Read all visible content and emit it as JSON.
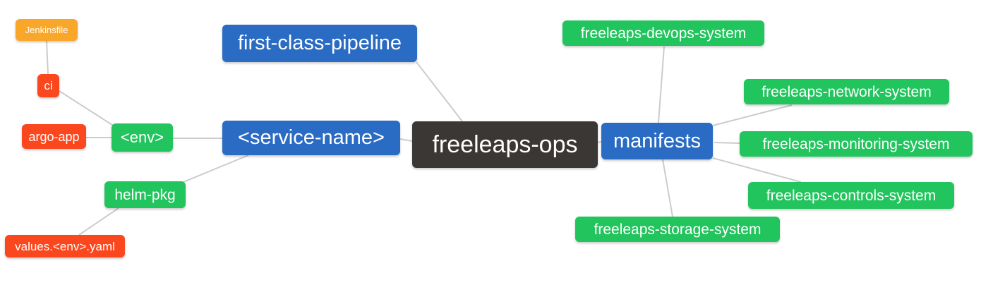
{
  "diagram": {
    "colors": {
      "blue": "#2a6bc4",
      "green": "#22c45d",
      "red": "#fb471d",
      "orange": "#f9a72b",
      "dark": "#3b3734",
      "edge": "#cccccc",
      "text": "#ffffff",
      "background": "#ffffff"
    },
    "nodes": [
      {
        "id": "jenkinsfile",
        "label": "Jenkinsfile",
        "color": "orange"
      },
      {
        "id": "ci",
        "label": "ci",
        "color": "red"
      },
      {
        "id": "argo-app",
        "label": "argo-app",
        "color": "red"
      },
      {
        "id": "env",
        "label": "<env>",
        "color": "green"
      },
      {
        "id": "helm-pkg",
        "label": "helm-pkg",
        "color": "green"
      },
      {
        "id": "values-env-yaml",
        "label": "values.<env>.yaml",
        "color": "red"
      },
      {
        "id": "first-class-pipeline",
        "label": "first-class-pipeline",
        "color": "blue"
      },
      {
        "id": "service-name",
        "label": "<service-name>",
        "color": "blue"
      },
      {
        "id": "freeleaps-ops",
        "label": "freeleaps-ops",
        "color": "dark"
      },
      {
        "id": "manifests",
        "label": "manifests",
        "color": "blue"
      },
      {
        "id": "freeleaps-devops-system",
        "label": "freeleaps-devops-system",
        "color": "green"
      },
      {
        "id": "freeleaps-network-system",
        "label": "freeleaps-network-system",
        "color": "green"
      },
      {
        "id": "freeleaps-monitoring-system",
        "label": "freeleaps-monitoring-system",
        "color": "green"
      },
      {
        "id": "freeleaps-controls-system",
        "label": "freeleaps-controls-system",
        "color": "green"
      },
      {
        "id": "freeleaps-storage-system",
        "label": "freeleaps-storage-system",
        "color": "green"
      }
    ],
    "edges": [
      [
        "jenkinsfile",
        "ci"
      ],
      [
        "ci",
        "env"
      ],
      [
        "argo-app",
        "env"
      ],
      [
        "env",
        "service-name"
      ],
      [
        "helm-pkg",
        "service-name"
      ],
      [
        "values-env-yaml",
        "helm-pkg"
      ],
      [
        "first-class-pipeline",
        "freeleaps-ops"
      ],
      [
        "service-name",
        "freeleaps-ops"
      ],
      [
        "freeleaps-ops",
        "manifests"
      ],
      [
        "manifests",
        "freeleaps-devops-system"
      ],
      [
        "manifests",
        "freeleaps-network-system"
      ],
      [
        "manifests",
        "freeleaps-monitoring-system"
      ],
      [
        "manifests",
        "freeleaps-controls-system"
      ],
      [
        "manifests",
        "freeleaps-storage-system"
      ]
    ]
  }
}
